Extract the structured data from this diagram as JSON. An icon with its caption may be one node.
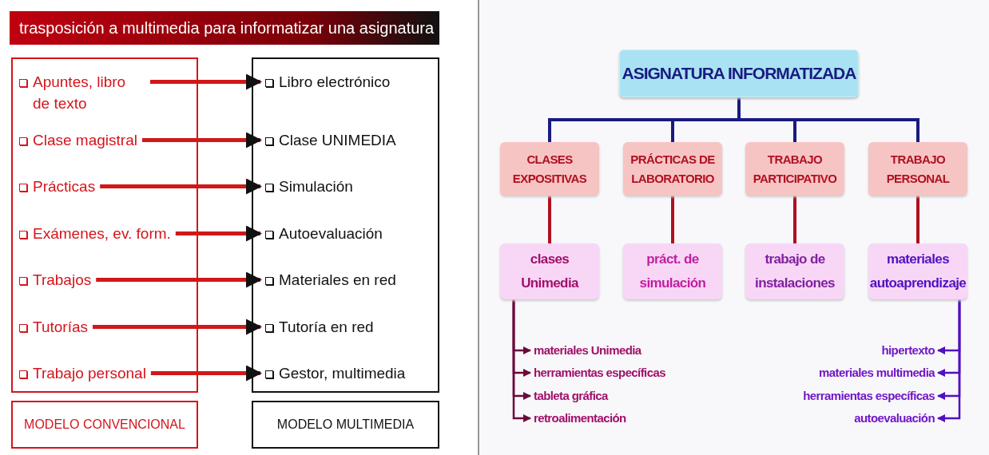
{
  "diagram": {
    "title": "trasposición a multimedia para informatizar una asignatura",
    "nodes": [
      {
        "text": [],
        "shape": "box"
      },
      {
        "text": [
          "Apuntes, libro de texto"
        ],
        "in": 0
      },
      {
        "text": [
          "Clase magistral"
        ],
        "in": 0
      },
      {
        "text": [
          "Prácticas"
        ],
        "in": 0
      },
      {
        "text": [
          "Exámenes, ev. form."
        ],
        "in": 0
      },
      {
        "text": [
          "Trabajos"
        ],
        "in": 0
      },
      {
        "text": [
          "Tutorías"
        ],
        "in": 0
      },
      {
        "text": [
          "Trabajo personal"
        ],
        "in": 0
      },
      {
        "text": [],
        "shape": "box"
      },
      {
        "text": [
          "Libro electrónico"
        ],
        "in": 8
      },
      {
        "text": [
          "Clase UNIMEDIA"
        ],
        "in": 8
      },
      {
        "text": [
          "Simulación"
        ],
        "in": 8
      },
      {
        "text": [
          "Autoevaluación"
        ],
        "in": 8
      },
      {
        "text": [
          "Materiales en red"
        ],
        "in": 8
      },
      {
        "text": [
          "Tutoría en red"
        ],
        "in": 8
      },
      {
        "text": [
          "Gestor, multimedia"
        ],
        "in": 8
      },
      {
        "text": [
          "MODELO CONVENCIONAL"
        ]
      },
      {
        "text": [
          "MODELO MULTIMEDIA"
        ]
      },
      {
        "text": [
          "ASIGNATURA INFORMATIZADA"
        ]
      },
      {
        "text": [
          "CLASES EXPOSITIVAS"
        ]
      },
      {
        "text": [
          "PRÁCTICAS DE LABORATORIO"
        ]
      },
      {
        "text": [
          "TRABAJO PARTICIPATIVO"
        ]
      },
      {
        "text": [
          "TRABAJO PERSONAL"
        ]
      },
      {
        "text": [
          "clases Unimedia"
        ]
      },
      {
        "text": [
          "práct. de simulación"
        ]
      },
      {
        "text": [
          "trabajo de instalaciones"
        ]
      },
      {
        "text": [
          "materiales autoaprendizaje"
        ]
      },
      {
        "text": [
          "materiales Unimedia"
        ]
      },
      {
        "text": [
          "herramientas específicas"
        ]
      },
      {
        "text": [
          "tableta gráfica"
        ]
      },
      {
        "text": [
          "retroalimentación"
        ]
      },
      {
        "text": [
          "hipertexto"
        ]
      },
      {
        "text": [
          "materiales multimedia"
        ]
      },
      {
        "text": [
          "herramientas específicas"
        ]
      },
      {
        "text": [
          "autoevaluación"
        ]
      }
    ],
    "edges": [
      {
        "from": 1,
        "to": 9,
        "arrow": "to"
      },
      {
        "from": 2,
        "to": 10,
        "arrow": "to"
      },
      {
        "from": 3,
        "to": 11,
        "arrow": "to"
      },
      {
        "from": 4,
        "to": 12,
        "arrow": "to"
      },
      {
        "from": 5,
        "to": 13,
        "arrow": "to"
      },
      {
        "from": 6,
        "to": 14,
        "arrow": "to"
      },
      {
        "from": 7,
        "to": 15,
        "arrow": "to"
      },
      {
        "from": 18,
        "to": 19,
        "arrow": "none",
        "color": "#1a1a80"
      },
      {
        "from": 18,
        "to": 20,
        "arrow": "none",
        "color": "#1a1a80"
      },
      {
        "from": 18,
        "to": 21,
        "arrow": "none",
        "color": "#1a1a80"
      },
      {
        "from": 18,
        "to": 22,
        "arrow": "none",
        "color": "#1a1a80"
      },
      {
        "from": 19,
        "to": 23,
        "arrow": "none",
        "color": "#b01020"
      },
      {
        "from": 20,
        "to": 24,
        "arrow": "none",
        "color": "#b01020"
      },
      {
        "from": 21,
        "to": 25,
        "arrow": "none",
        "color": "#b01020"
      },
      {
        "from": 22,
        "to": 26,
        "arrow": "none",
        "color": "#b01020"
      },
      {
        "from": 23,
        "to": 27,
        "arrow": "to",
        "color": "#6a0a3a"
      },
      {
        "from": 23,
        "to": 28,
        "arrow": "to",
        "color": "#6a0a3a"
      },
      {
        "from": 23,
        "to": 29,
        "arrow": "to",
        "color": "#6a0a3a"
      },
      {
        "from": 23,
        "to": 30,
        "arrow": "to",
        "color": "#6a0a3a"
      },
      {
        "from": 26,
        "to": 31,
        "arrow": "to",
        "color": "#5010c0"
      },
      {
        "from": 26,
        "to": 32,
        "arrow": "to",
        "color": "#5010c0"
      },
      {
        "from": 26,
        "to": 33,
        "arrow": "to",
        "color": "#5010c0"
      },
      {
        "from": 26,
        "to": 34,
        "arrow": "to",
        "color": "#5010c0"
      }
    ]
  }
}
